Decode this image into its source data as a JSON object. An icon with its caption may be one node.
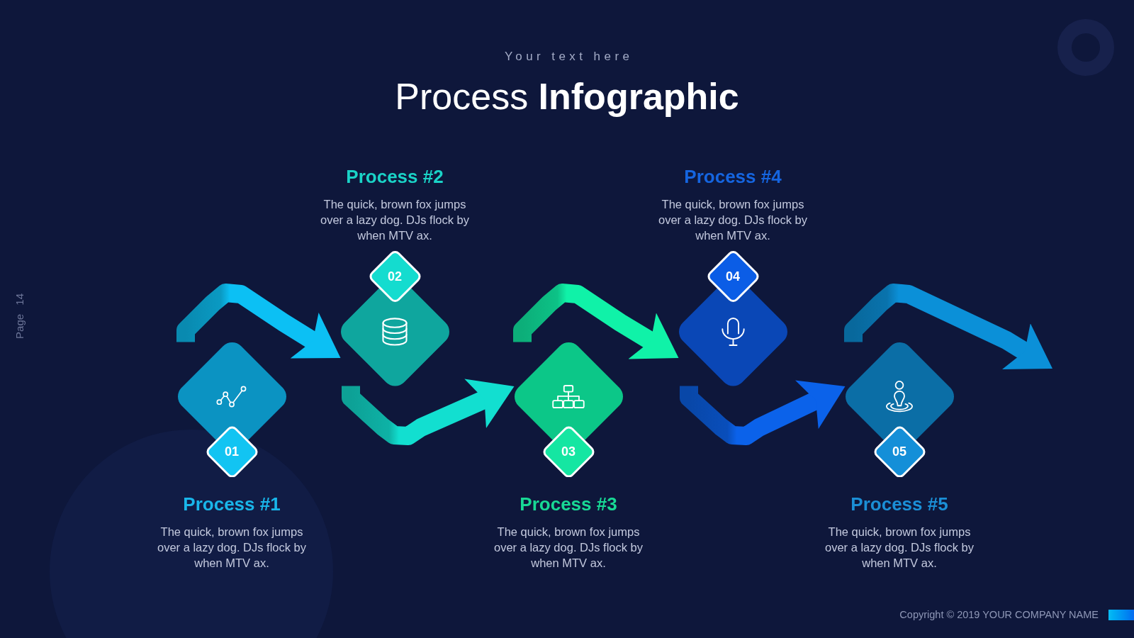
{
  "diagram": {
    "title": "Process **Infographic**",
    "nodes": [
      {
        "text": [
          "01"
        ],
        "beside": [
          "Process #1",
          "The quick, brown fox jumps over a lazy dog. DJs flock by when MTV ax."
        ]
      },
      {
        "text": [
          "02"
        ],
        "beside": [
          "Process #2",
          "The quick, brown fox jumps over a lazy dog. DJs flock by when MTV ax."
        ]
      },
      {
        "text": [
          "03"
        ],
        "beside": [
          "Process #3",
          "The quick, brown fox jumps over a lazy dog. DJs flock by when MTV ax."
        ]
      },
      {
        "text": [
          "04"
        ],
        "beside": [
          "Process #4",
          "The quick, brown fox jumps over a lazy dog. DJs flock by when MTV ax."
        ]
      },
      {
        "text": [
          "05"
        ],
        "beside": [
          "Process #5",
          "The quick, brown fox jumps over a lazy dog. DJs flock by when MTV ax."
        ]
      }
    ],
    "edges": [
      {
        "from": 0,
        "to": 1,
        "arrow": "to",
        "color": "#0cc0f4"
      },
      {
        "from": 1,
        "to": 2,
        "arrow": "to",
        "color": "#12dfd0"
      },
      {
        "from": 2,
        "to": 3,
        "arrow": "to",
        "color": "#10f2a8"
      },
      {
        "from": 3,
        "to": 4,
        "arrow": "to",
        "color": "#0b62ea"
      },
      {
        "from": 4,
        "to": null,
        "arrow": "to",
        "color": "#0b90d8"
      }
    ],
    "labels": [
      "Your text here",
      "Page 14",
      "Copyright © 2019 YOUR COMPANY NAME"
    ]
  }
}
